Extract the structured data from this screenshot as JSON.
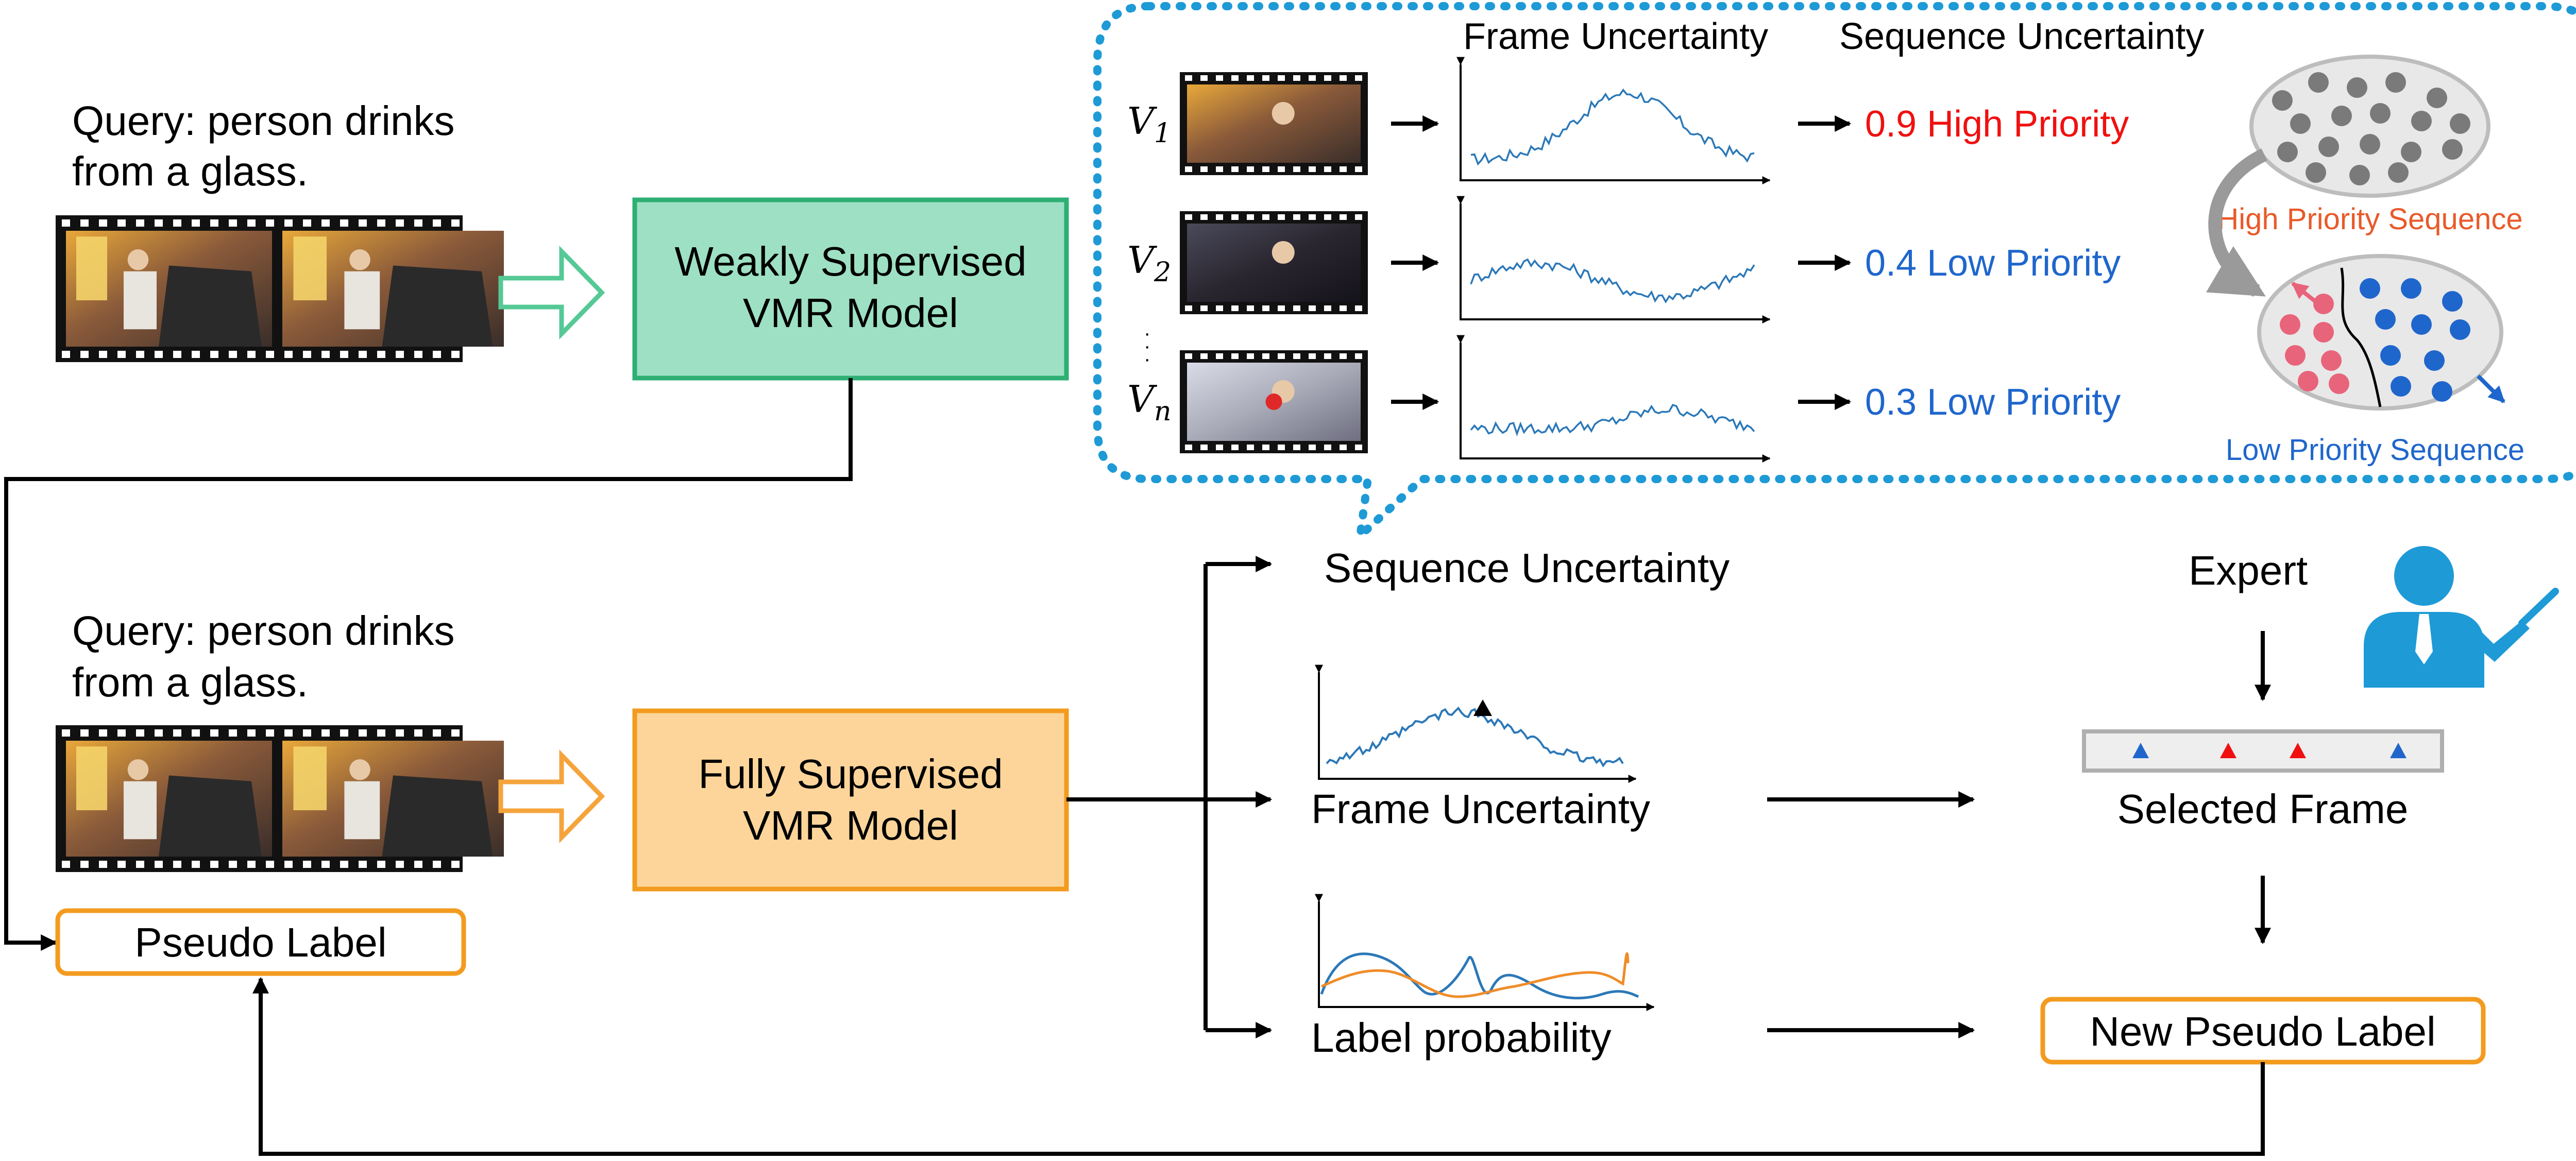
{
  "top_query": {
    "line1": "Query:  person drinks",
    "line2": "from a glass."
  },
  "bottom_query": {
    "line1": "Query:  person drinks",
    "line2": "from a glass."
  },
  "weak_model": {
    "line1": "Weakly Supervised",
    "line2": "VMR Model",
    "fill": "#9EE0C3",
    "stroke": "#2EAF74"
  },
  "full_model": {
    "line1": "Fully Supervised",
    "line2": "VMR Model",
    "fill": "#FDD59A",
    "stroke": "#F39B1F"
  },
  "pseudo_label": "Pseudo Label",
  "new_pseudo_label": "New Pseudo Label",
  "inset": {
    "frame_header": "Frame Uncertainty",
    "seq_header": "Sequence Uncertainty",
    "videos": [
      {
        "var": "V",
        "sub": "1",
        "score": "0.9",
        "priority": "High Priority",
        "color": "#F01010",
        "scene": "kitchen"
      },
      {
        "var": "V",
        "sub": "2",
        "score": "0.4",
        "priority": "Low Priority",
        "color": "#1F66CC",
        "scene": "dark"
      },
      {
        "var": "V",
        "sub": "n",
        "score": "0.3",
        "priority": "Low Priority",
        "color": "#1F66CC",
        "scene": "red"
      }
    ],
    "high_priority_label": "High Priority Sequence",
    "low_priority_label": "Low Priority Sequence",
    "border_color": "#1E9AD6"
  },
  "sequence_uncertainty": "Sequence Uncertainty",
  "frame_uncertainty": "Frame Uncertainty",
  "label_probability": "Label probability",
  "expert": "Expert",
  "selected_frame": "Selected Frame",
  "colors": {
    "red": "#F01010",
    "blue": "#1F66CC",
    "line_blue": "#2B78B8",
    "line_orange": "#F08C28",
    "expert_blue": "#1E9AD6"
  }
}
